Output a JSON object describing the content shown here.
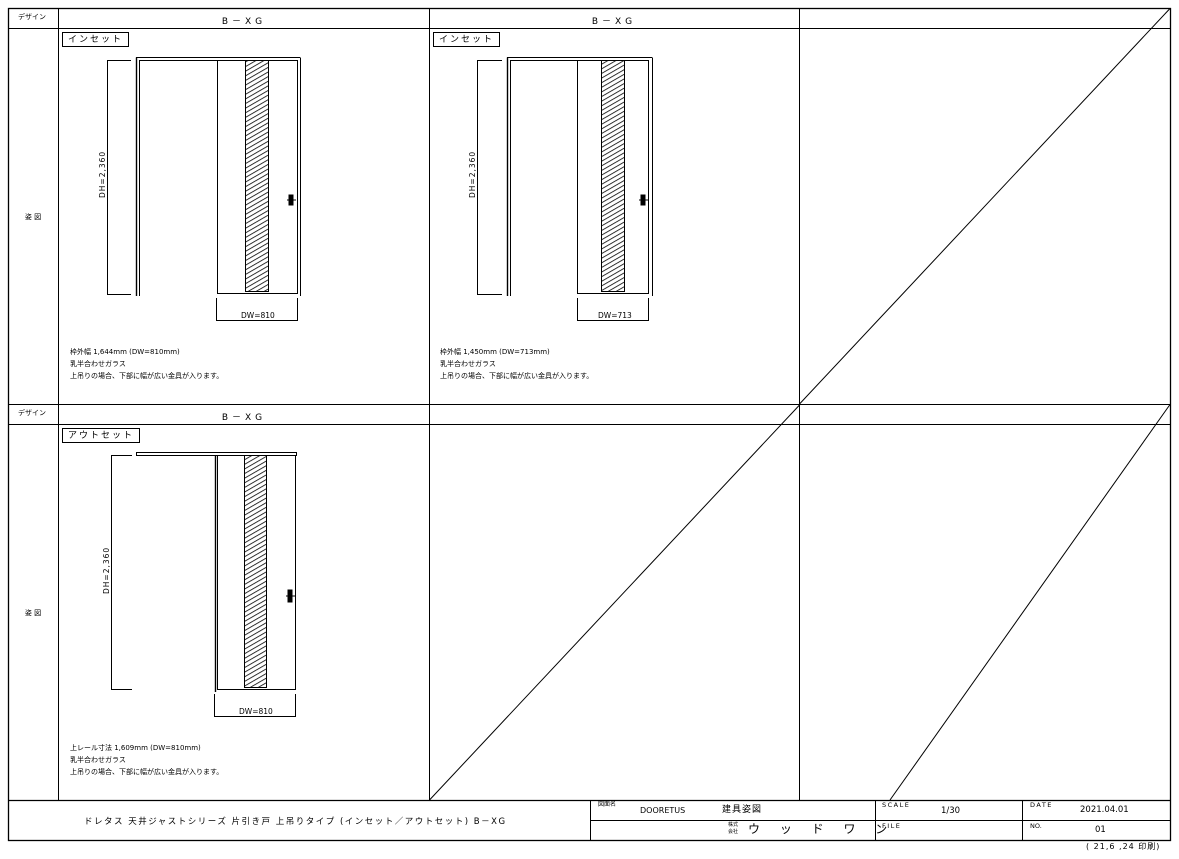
{
  "header_label": "デザイン",
  "row_label": "姿 図",
  "panels": [
    {
      "design": "B－XG",
      "type_tag": "インセット",
      "dh_label": "DH=2,360",
      "dw_label": "DW=810",
      "notes": [
        "枠外幅 1,644mm (DW=810mm)",
        "乳半合わせガラス",
        "上吊りの場合、下部に幅が広い金具が入ります。"
      ]
    },
    {
      "design": "B－XG",
      "type_tag": "インセット",
      "dh_label": "DH=2,360",
      "dw_label": "DW=713",
      "notes": [
        "枠外幅 1,450mm (DW=713mm)",
        "乳半合わせガラス",
        "上吊りの場合、下部に幅が広い金具が入ります。"
      ]
    },
    {
      "design": "B－XG",
      "type_tag": "アウトセット",
      "dh_label": "DH=2,360",
      "dw_label": "DW=810",
      "notes": [
        "上レール寸法 1,609mm (DW=810mm)",
        "乳半合わせガラス",
        "上吊りの場合、下部に幅が広い金具が入ります。"
      ]
    }
  ],
  "title_block": {
    "title": "ドレタス 天井ジャストシリーズ 片引き戸 上吊りタイプ (インセット／アウトセット) B－XG",
    "drawing_name_label": "図面名",
    "brand": "DOORETUS",
    "drawing_name": "建具姿図",
    "company_prefix_1": "株式",
    "company_prefix_2": "会社",
    "company": "ウ ッ ド ワ ン",
    "scale_label": "SCALE",
    "scale": "1/30",
    "file_label": "FILE",
    "date_label": "DATE",
    "date": "2021.04.01",
    "no_label": "NO.",
    "no": "01"
  },
  "print_note": "( 21,6 ,24 印刷)"
}
